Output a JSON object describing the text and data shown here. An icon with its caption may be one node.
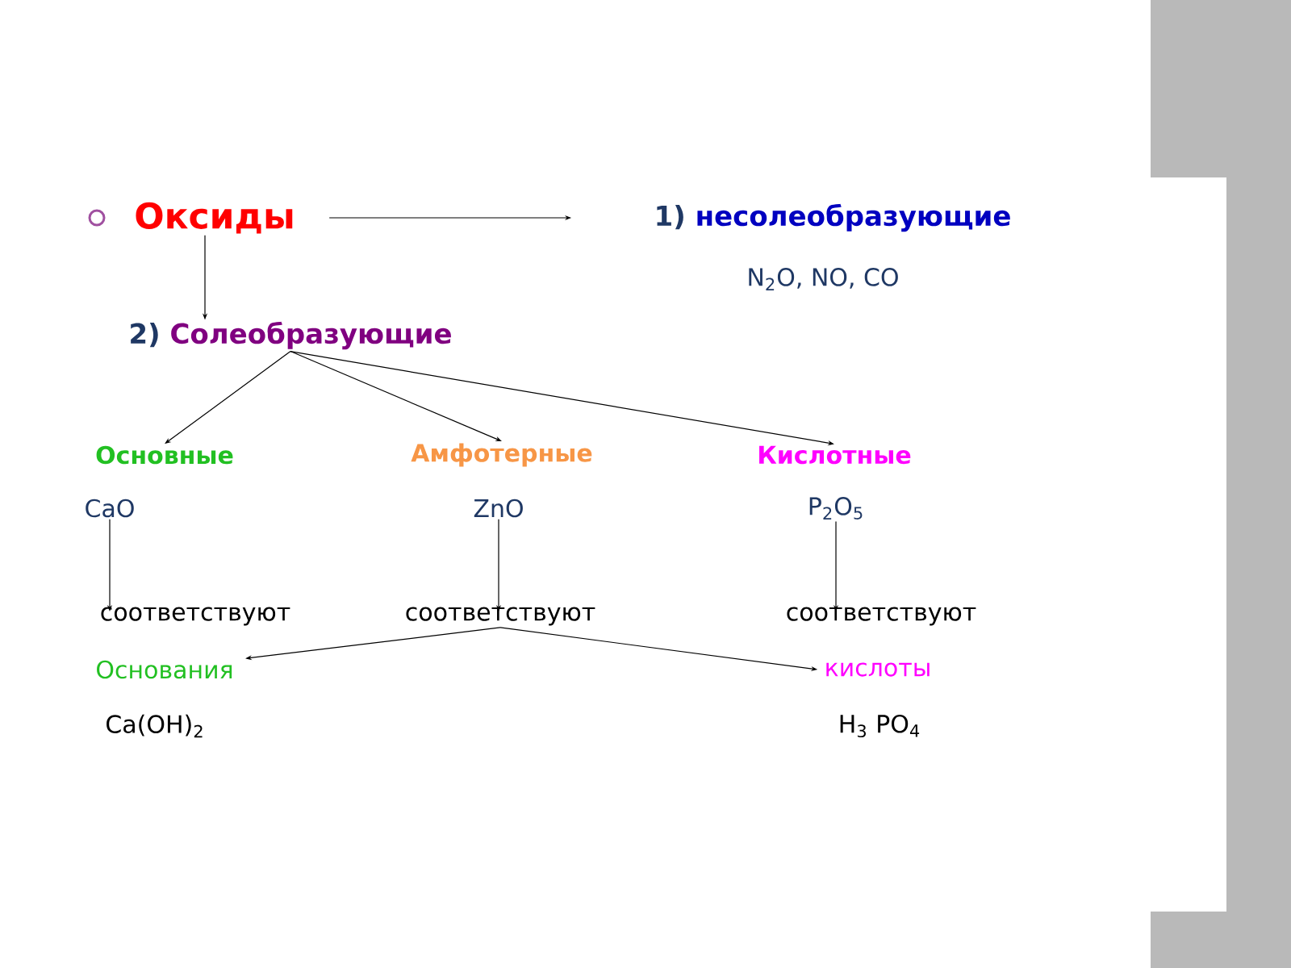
{
  "diagram": {
    "nodes": [
      {
        "text": [
          "Оксиды"
        ]
      },
      {
        "text": [
          "1)",
          "несолеобразующие"
        ]
      },
      {
        "text": [
          "2)",
          "Солеобразующие"
        ]
      },
      {
        "text": [
          "Основные"
        ]
      },
      {
        "text": [
          "Амфотерные"
        ]
      },
      {
        "text": [
          "Кислотные"
        ]
      },
      {
        "text": [
          "CaO"
        ]
      },
      {
        "text": [
          "ZnO"
        ]
      },
      {
        "text": [
          "P$_{2}$O$_{5}$"
        ]
      },
      {
        "text": [
          "соответствуют"
        ]
      },
      {
        "text": [
          "соответствуют"
        ]
      },
      {
        "text": [
          "соответствуют"
        ]
      },
      {
        "text": [
          "Основания"
        ]
      },
      {
        "text": [
          "кислоты"
        ]
      }
    ],
    "edges": [
      {
        "from": 0,
        "to": 1,
        "arrow": "to"
      },
      {
        "from": 0,
        "to": 2,
        "arrow": "to"
      },
      {
        "from": 2,
        "to": 3,
        "arrow": "to"
      },
      {
        "from": 2,
        "to": 4,
        "arrow": "to"
      },
      {
        "from": 2,
        "to": 5,
        "arrow": "to"
      },
      {
        "from": 6,
        "to": 9,
        "arrow": "to"
      },
      {
        "from": 7,
        "to": 10,
        "arrow": "to"
      },
      {
        "from": 8,
        "to": 11,
        "arrow": "to"
      },
      {
        "from": 10,
        "to": 12,
        "arrow": "to"
      },
      {
        "from": 10,
        "to": 13,
        "arrow": "to"
      }
    ],
    "labels": [
      "N$_{2}$O,  NO, CO",
      "Ca(OH)$_{2}$",
      "H$_{3}$ PO$_{4}$"
    ]
  }
}
